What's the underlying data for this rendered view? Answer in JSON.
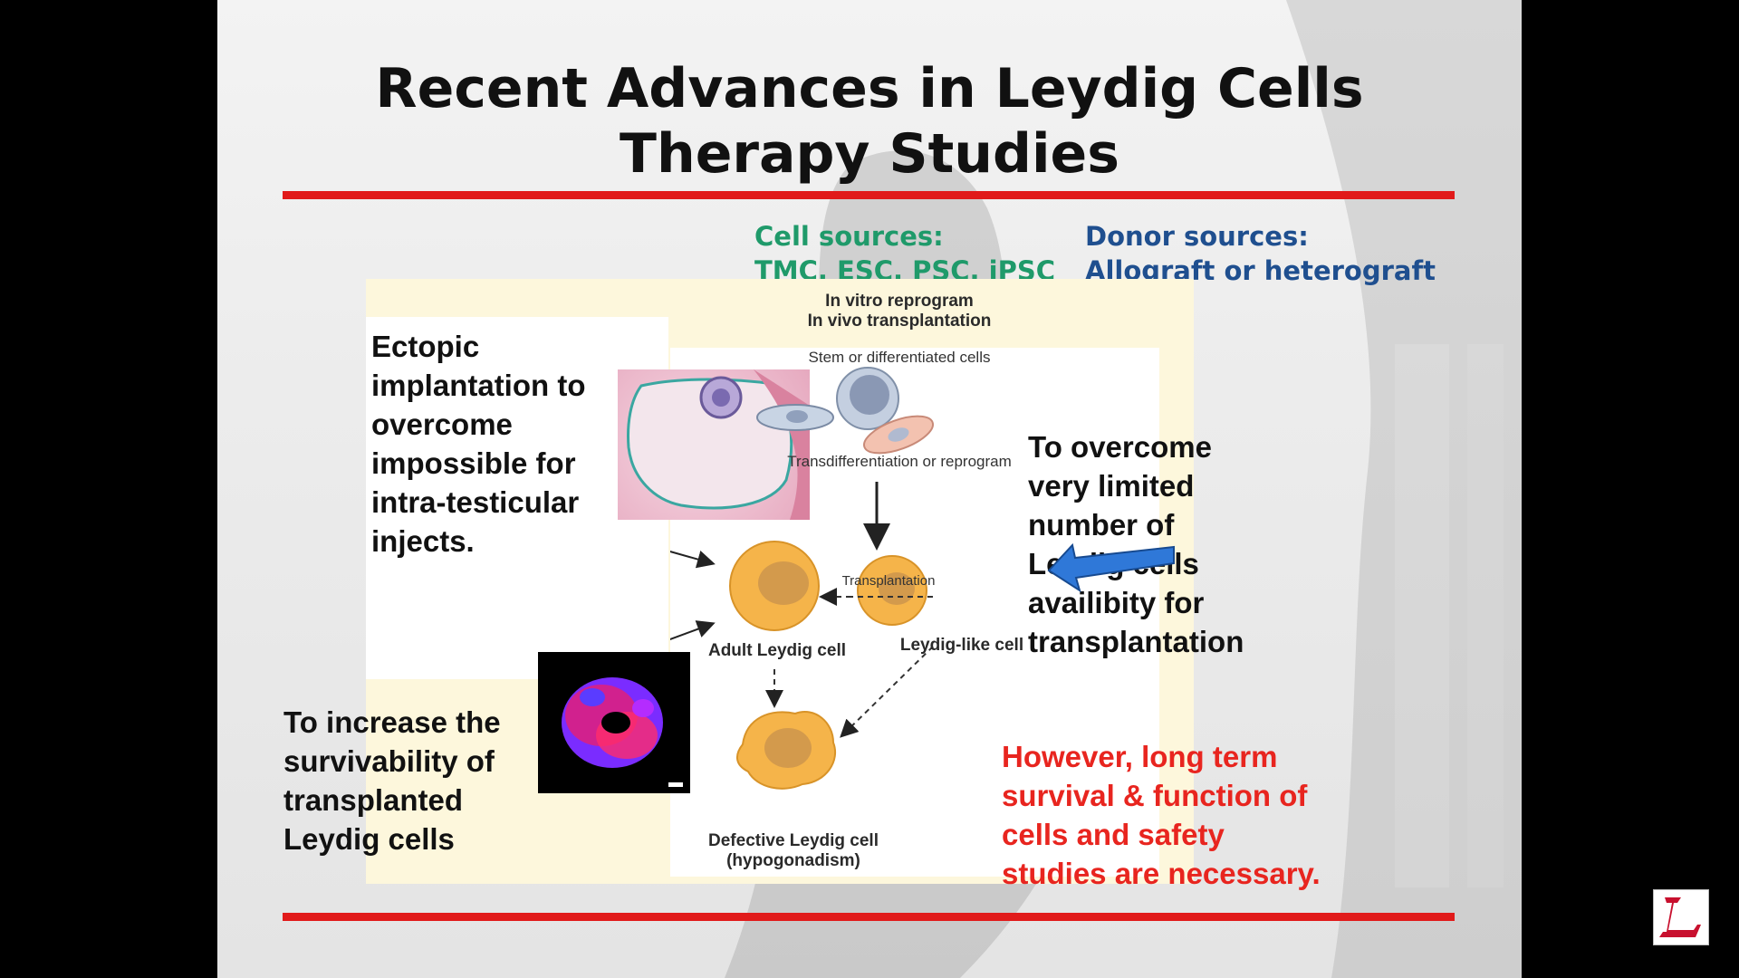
{
  "slide": {
    "title_line1": "Recent Advances in Leydig Cells",
    "title_line2": "Therapy Studies",
    "cell_sources_label": "Cell sources:",
    "cell_sources_value": "TMC, ESC, PSC, iPSC",
    "donor_sources_label": "Donor sources:",
    "donor_sources_value": "Allograft or heterograft",
    "ectopic_text": "Ectopic\nimplantation to\novercome\nimpossible for\nintra-testicular\ninjects.",
    "overcome_text": "To overcome\nvery limited\nnumber of\nLeydig cells\navailibity for\ntransplantation",
    "survivability_text": "To increase the\nsurvivability of\ntransplanted\nLeydig cells",
    "however_text": "However, long term\nsurvival & function of\ncells and safety\nstudies are necessary."
  },
  "figure": {
    "in_vitro": "In vitro reprogram\nIn vivo transplantation",
    "stem_cells": "Stem or differentiated cells",
    "transdiff": "Transdifferentiation or reprogram",
    "transplantation": "Transplantation",
    "adult_leydig": "Adult Leydig cell",
    "leydig_like": "Leydig-like cell",
    "defective": "Defective Leydig cell\n(hypogonadism)"
  },
  "colors": {
    "title_rule": "#e11a1a",
    "cell_sources": "#1f9a6a",
    "donor_sources": "#1f4f8f",
    "warning_text": "#e8251f",
    "cell_fill": "#f5b44a",
    "arrow_blue": "#2f78d8"
  }
}
